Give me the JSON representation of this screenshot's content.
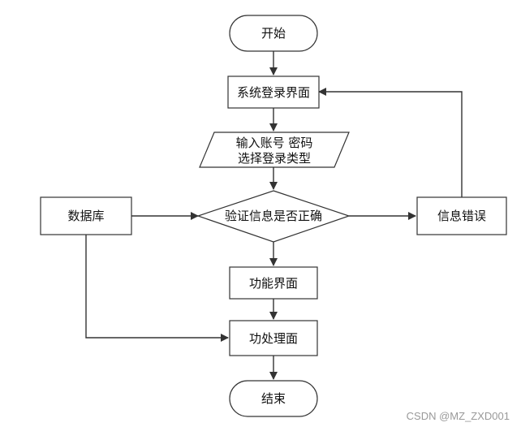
{
  "nodes": {
    "start": "开始",
    "login_ui": "系统登录界面",
    "input_line1": "输入账号 密码",
    "input_line2": "选择登录类型",
    "verify": "验证信息是否正确",
    "database": "数据库",
    "error": "信息错误",
    "function_ui": "功能界面",
    "process_ui": "功处理面",
    "end": "结束"
  },
  "watermark": "CSDN @MZ_ZXD001"
}
